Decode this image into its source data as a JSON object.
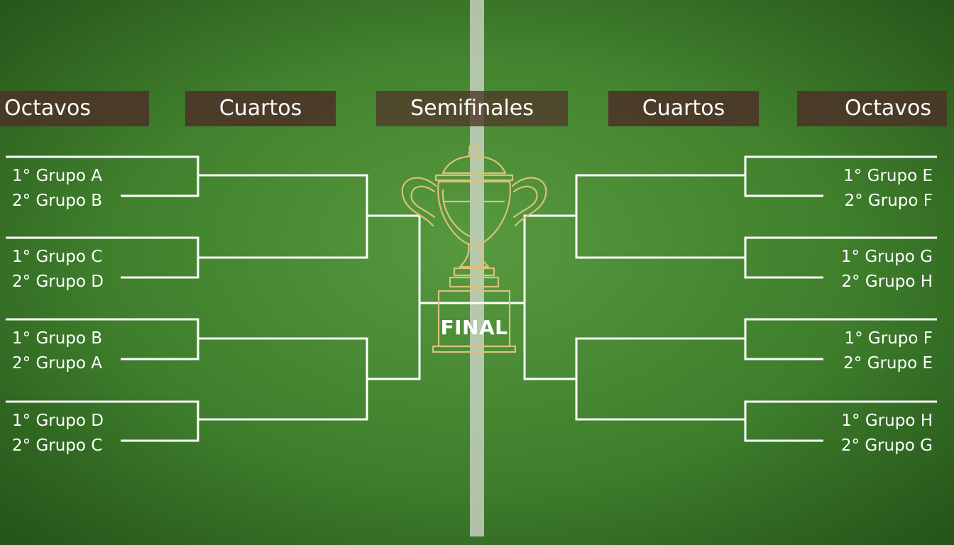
{
  "headers": {
    "left_octavos": "Octavos",
    "left_cuartos": "Cuartos",
    "semifinales": "Semifinales",
    "right_cuartos": "Cuartos",
    "right_octavos": "Octavos"
  },
  "left_teams": [
    "1° Grupo A",
    "2° Grupo B",
    "1° Grupo C",
    "2° Grupo D",
    "1° Grupo B",
    "2° Grupo A",
    "1° Grupo D",
    "2° Grupo C"
  ],
  "right_teams": [
    "1° Grupo E",
    "2° Grupo F",
    "1° Grupo G",
    "2° Grupo H",
    "1° Grupo F",
    "2° Grupo E",
    "1° Grupo H",
    "2° Grupo G"
  ],
  "final_label": "FINAL",
  "colors": {
    "pitch": "#4a8c35",
    "header_bg": "#4b3728",
    "line": "#ffffff",
    "trophy": "#d9c27a"
  },
  "icons": {
    "trophy": "trophy-icon"
  }
}
